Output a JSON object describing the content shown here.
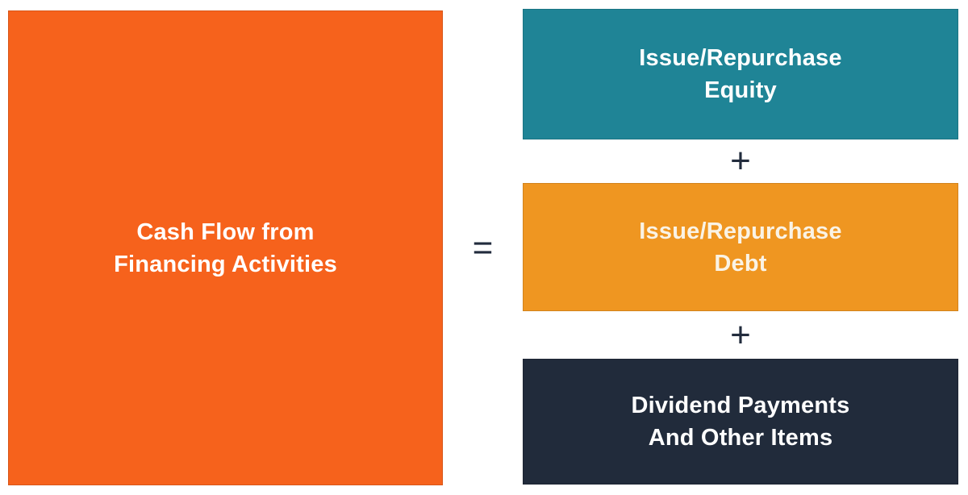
{
  "title": "Cash Flow from Financing Activities formula diagram",
  "colors": {
    "canvas_bg": "#FFFFFF",
    "result_box": "#F6621C",
    "equity_box": "#1F8496",
    "debt_box": "#EF9621",
    "dividends_box": "#212B3B",
    "operator": "#222C3D",
    "box_text": "#FFFFFF",
    "debt_box_text": "#FAF3E5"
  },
  "equation": {
    "equals_sign": "=",
    "plus_sign": "+",
    "result": {
      "lines": [
        "Cash Flow from",
        "Financing Activities"
      ]
    },
    "terms": [
      {
        "id": "issue-repurchase-equity",
        "lines": [
          "Issue/Repurchase",
          "Equity"
        ]
      },
      {
        "id": "issue-repurchase-debt",
        "lines": [
          "Issue/Repurchase",
          "Debt"
        ]
      },
      {
        "id": "dividend-payments-other",
        "lines": [
          "Dividend Payments",
          "And Other Items"
        ]
      }
    ]
  }
}
